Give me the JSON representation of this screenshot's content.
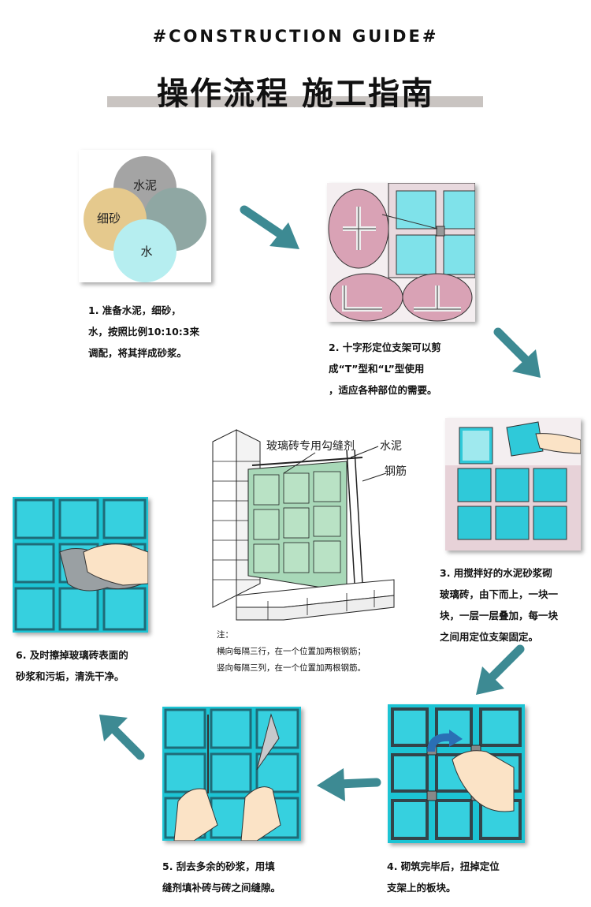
{
  "header": {
    "subtitle": "#CONSTRUCTION GUIDE#",
    "title": "操作流程 施工指南"
  },
  "venn": {
    "cement": "水泥",
    "sand": "细砂",
    "water": "水"
  },
  "steps": [
    {
      "lines": [
        "1.  准备水泥，细砂，",
        "水，按照比例10:10:3来",
        "调配，将其拌成砂浆。"
      ]
    },
    {
      "lines": [
        "2.  十字形定位支架可以剪",
        "成“T”型和“L”型使用",
        "，适应各种部位的需要。"
      ]
    },
    {
      "lines": [
        "3.  用搅拌好的水泥砂浆砌",
        "玻璃砖，由下而上，一块一",
        "块，一层一层叠加，每一块",
        "之间用定位支架固定。"
      ]
    },
    {
      "lines": [
        "4.  砌筑完毕后，扭掉定位",
        "支架上的板块。"
      ]
    },
    {
      "lines": [
        "5.  刮去多余的砂浆，用填",
        "缝剂填补砖与砖之间缝隙。"
      ]
    },
    {
      "lines": [
        "6.  及时擦掉玻璃砖表面的",
        "砂浆和污垢，清洗干净。"
      ]
    }
  ],
  "diagram": {
    "grout_label": "玻璃砖专用勾缝剂",
    "cement_label": "水泥",
    "rebar_label": "钢筋"
  },
  "note": {
    "heading": "注：",
    "line1": "横向每隔三行，在一个位置加两根钢筋；",
    "line2": "竖向每隔三列，在一个位置加两根钢筋。"
  },
  "colors": {
    "arrow": "#3d8a93",
    "tile": "#2fc9d9",
    "tile_light": "#9fe9ee",
    "cement_circle": "#a4a4a4",
    "sand_circle": "#e5c98d",
    "water_circle": "#b6eef0",
    "green_circle": "#8fa7a3"
  }
}
